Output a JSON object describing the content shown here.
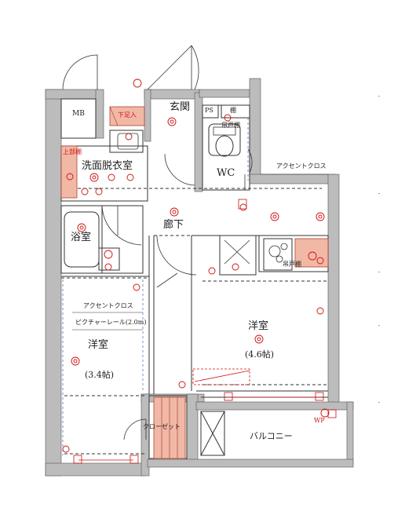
{
  "labels": {
    "mb": "MB",
    "getabako": "下足入",
    "genkan": "玄関",
    "ps": "PS",
    "tana": "棚",
    "tsuritodana_wc": "吊戸棚",
    "wc": "WC",
    "accent_cross_top": "アクセントクロス",
    "jotodana": "上部棚",
    "senmen": "洗面脱衣室",
    "yokushitsu": "浴室",
    "roka": "廊下",
    "tsuritodana_kitchen": "吊戸棚",
    "accent_cross_left": "アクセントクロス",
    "picture_rail": "ピクチャーレール(2.0m)",
    "yoshitsu_left": "洋室",
    "yoshitsu_left_size": "(3.4帖)",
    "yoshitsu_right": "洋室",
    "yoshitsu_right_size": "(4.6帖)",
    "closet": "クローゼット",
    "balcony": "バルコニー",
    "wp": "WP"
  },
  "colors": {
    "wall": "#bcbcbc",
    "line": "#333333",
    "accent_red": "#cc1111",
    "storage_fill": "#f2b8a6",
    "dashed_blue": "#6b8bb8"
  }
}
